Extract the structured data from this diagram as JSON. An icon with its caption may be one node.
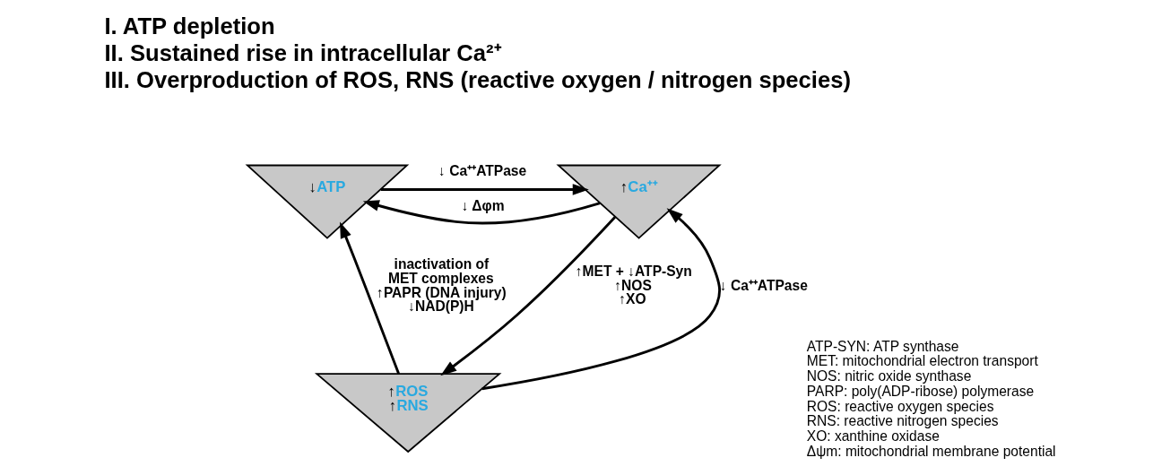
{
  "diagram": {
    "nodes": [
      {
        "text": [
          "↓ATP"
        ]
      },
      {
        "text": [
          "↑Ca⁺⁺"
        ]
      },
      {
        "text": [
          "↑ROS",
          "↑RNS"
        ]
      }
    ],
    "edges": [
      {
        "from": 1,
        "to": 0,
        "arrow": "to",
        "label": "↓ Δφm"
      },
      {
        "from": 0,
        "to": 1,
        "arrow": "to",
        "label": "↓ Ca⁺⁺ATPase"
      },
      {
        "from": 2,
        "to": 0,
        "arrow": "to",
        "label": [
          "inactivation of MET complexes",
          "↑PAPR (DNA injury)",
          "↓NAD(P)H"
        ]
      },
      {
        "from": 2,
        "to": 1,
        "arrow": "to",
        "label": "↓ Ca⁺⁺ATPase"
      },
      {
        "from": 1,
        "to": 2,
        "arrow": "to",
        "label": [
          "↑MET + ↓ATP-Syn",
          "↑NOS",
          "↑XO"
        ]
      }
    ],
    "labels": [
      "I. ATP depletion",
      "II. Sustained rise in intracellular Ca²⁺",
      "III. Overproduction of ROS, RNS (reactive oxygen / nitrogen species)",
      "ATP-SYN: ATP synthase",
      "MET: mitochondrial electron transport",
      "NOS: nitric oxide synthase",
      "PARP: poly(ADP-ribose) polymerase",
      "ROS: reactive oxygen species",
      "RNS: reactive nitrogen species",
      "XO: xanthine oxidase",
      "Δψm: mitochondrial membrane potential"
    ]
  }
}
